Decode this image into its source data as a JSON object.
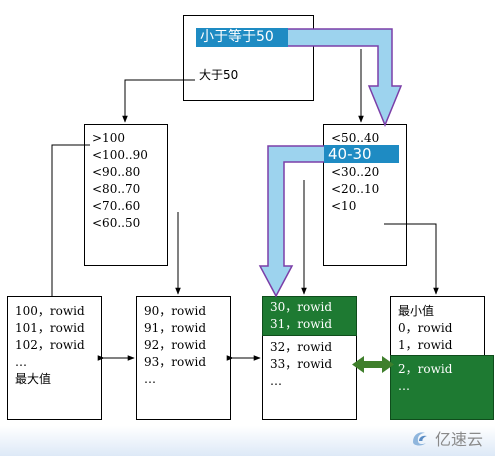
{
  "root": {
    "highlight_label": "小于等于50",
    "branch_label": "大于50"
  },
  "left_branch": {
    "rows": [
      ">100",
      "<100..90",
      "<90..80",
      "<80..70",
      "<70..60",
      "<60..50"
    ]
  },
  "right_branch": {
    "first_row": "<50..40",
    "highlight_label": "40-30",
    "rows": [
      "<30..20",
      "<20..10",
      "<10"
    ]
  },
  "leaves": {
    "leaf1": [
      "100，rowid",
      "101，rowid",
      "102，rowid",
      "…",
      "最大值"
    ],
    "leaf2": [
      "90，rowid",
      "91，rowid",
      "92，rowid",
      "93，rowid",
      "…"
    ],
    "leaf3_highlight": [
      "30，rowid",
      "31，rowid"
    ],
    "leaf3": [
      "32，rowid",
      "33，rowid",
      "…"
    ],
    "leaf4": [
      "最小值",
      "0，rowid",
      "1，rowid"
    ],
    "leaf4_highlight": [
      "2，rowid",
      "…"
    ]
  },
  "watermark": {
    "text": "亿速云"
  },
  "colors": {
    "search_path_arrow": "#9dd3ee",
    "search_path_outline": "#7b3fa8",
    "highlight_blue": "#1e8bc3",
    "highlight_green": "#1e7a32",
    "scan_arrow": "#3f7f2c"
  }
}
